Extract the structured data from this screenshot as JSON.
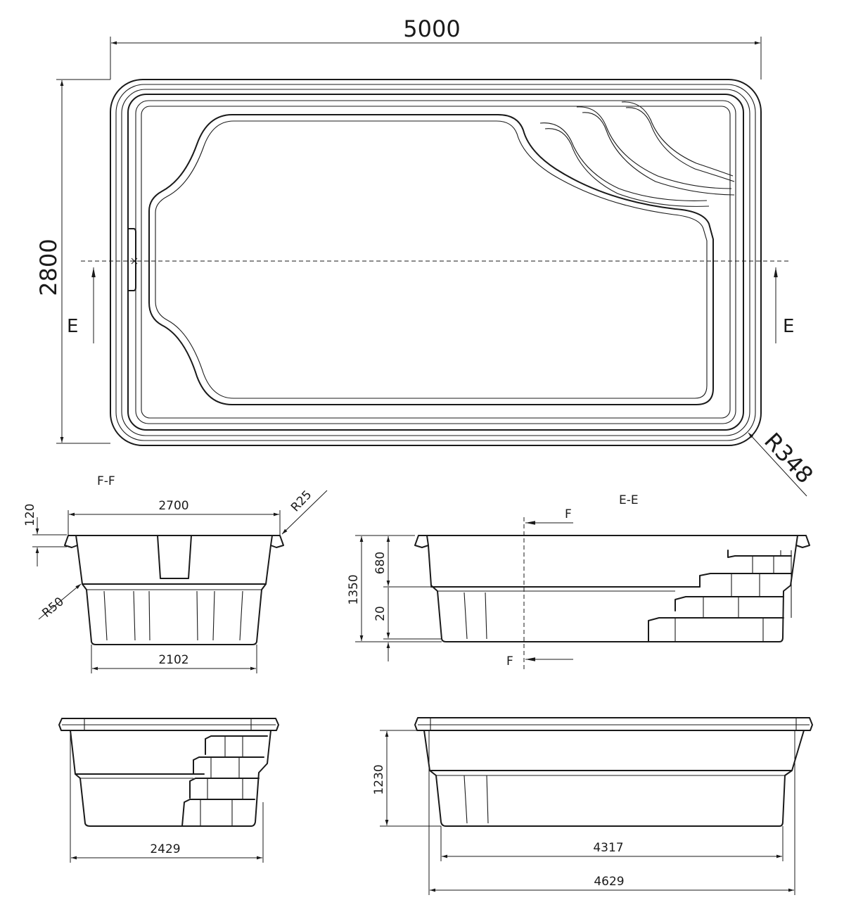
{
  "plan": {
    "width_label": "5000",
    "height_label": "2800",
    "corner_radius_label": "R348",
    "section_mark_left": "E",
    "section_mark_right": "E"
  },
  "section_ff": {
    "title": "F-F",
    "top_width_label": "2700",
    "top_radius_label": "R25",
    "rim_height_label": "120",
    "bottom_radius_label": "R50",
    "bottom_width_label": "2102"
  },
  "section_ee": {
    "title": "E-E",
    "cut_mark_top": "F",
    "cut_mark_bottom": "F",
    "total_depth_label": "1350",
    "upper_depth_label": "680",
    "step_label": "20"
  },
  "side_short": {
    "width_label": "2429"
  },
  "side_long": {
    "depth_label": "1230",
    "bottom_length_label": "4317",
    "top_length_label": "4629"
  },
  "colors": {
    "line": "#1a1a1a",
    "background": "#ffffff"
  }
}
